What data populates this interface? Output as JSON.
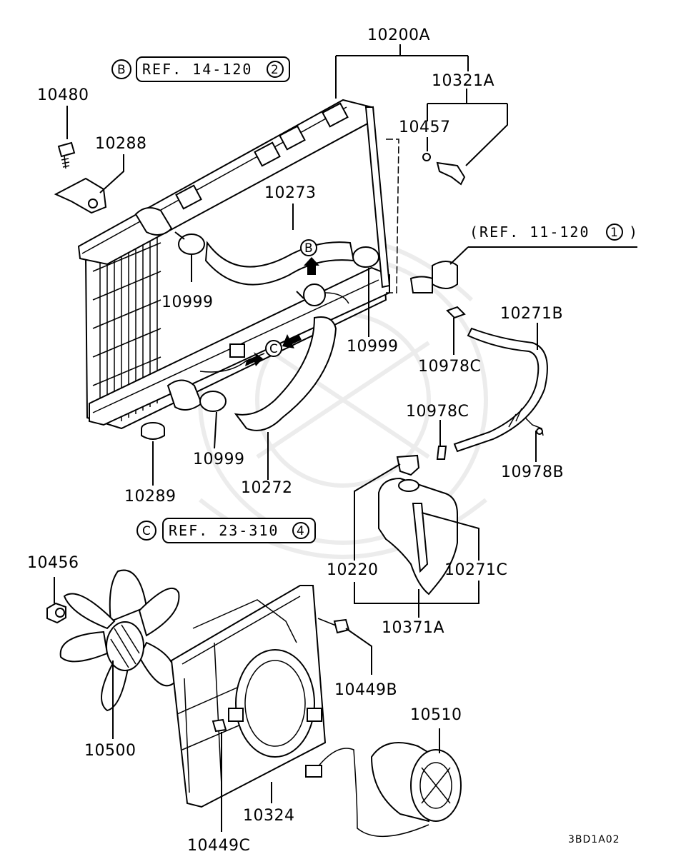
{
  "refs": {
    "b": {
      "circle": "B",
      "text": "REF. 14-120",
      "num": "2"
    },
    "c": {
      "circle": "C",
      "text": "REF. 23-310",
      "num": "4"
    },
    "a": {
      "text_open": "(REF. 11-120",
      "num": "1",
      "text_close": ")"
    }
  },
  "labels": {
    "p10200A": "10200A",
    "p10321A": "10321A",
    "p10457": "10457",
    "p10480": "10480",
    "p10288": "10288",
    "p10273": "10273",
    "p10999a": "10999",
    "p10999b": "10999",
    "p10999c": "10999",
    "p10271B": "10271B",
    "p10978Ca": "10978C",
    "p10978Cb": "10978C",
    "p10978B": "10978B",
    "p10272": "10272",
    "p10289": "10289",
    "p10220": "10220",
    "p10271C": "10271C",
    "p10371A": "10371A",
    "p10456": "10456",
    "p10449B": "10449B",
    "p10510": "10510",
    "p10500": "10500",
    "p10324": "10324",
    "p10449C": "10449C"
  },
  "flow_markers": {
    "b": "B",
    "c": "C"
  },
  "footer_code": "3BD1A02"
}
